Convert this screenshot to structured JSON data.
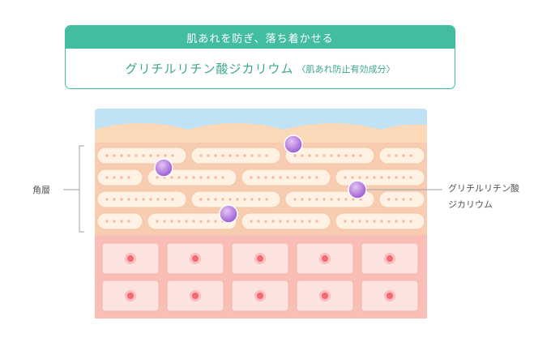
{
  "banner": {
    "heading": "肌あれを防ぎ、落ち着かせる",
    "ingredient": "グリチルリチン酸ジカリウム",
    "note": "〈肌あれ防止有効成分〉"
  },
  "labels": {
    "stratum_corneum": "角層",
    "callout_line1": "グリチルリチン酸",
    "callout_line2": "ジカリウム"
  },
  "colors": {
    "accent": "#43bda2",
    "particle": "#b071d9",
    "surface": "#bfe3f4",
    "cell_row": "#f6d2b5",
    "dermis": "#f8b7ae",
    "nucleus": "#f06a74"
  }
}
